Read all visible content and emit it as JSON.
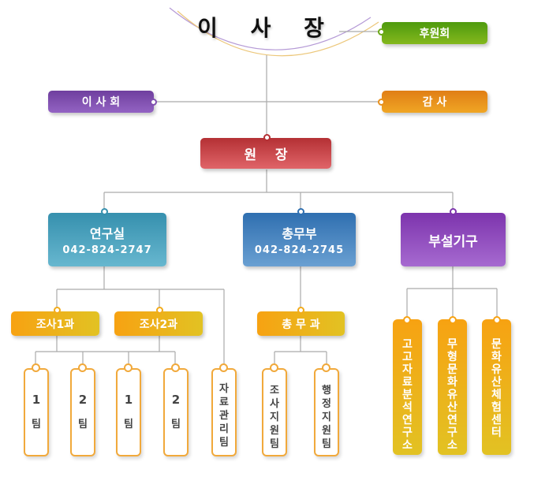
{
  "title": "이 사 장",
  "top_side": {
    "supporters": "후원회",
    "board": "이 사 회",
    "audit": "감 사"
  },
  "director": "원    장",
  "divisions": [
    {
      "name": "연구실",
      "phone": "042-824-2747"
    },
    {
      "name": "총무부",
      "phone": "042-824-2745"
    },
    {
      "name": "부설기구"
    }
  ],
  "sections": {
    "research1": "조사1과",
    "research2": "조사2과",
    "general": "총 무 과"
  },
  "teams": {
    "research1_team1": [
      "1",
      "팀"
    ],
    "research1_team2": [
      "2",
      "팀"
    ],
    "research2_team1": [
      "1",
      "팀"
    ],
    "research2_team2": [
      "2",
      "팀"
    ],
    "data_management": [
      "자",
      "료",
      "관",
      "리",
      "팀"
    ],
    "survey_support": [
      "조",
      "사",
      "지",
      "원",
      "팀"
    ],
    "admin_support": [
      "행",
      "정",
      "지",
      "원",
      "팀"
    ]
  },
  "affiliated": {
    "archaeology": [
      "고",
      "고",
      "자",
      "료",
      "분",
      "석",
      "연",
      "구",
      "소"
    ],
    "intangible": [
      "무",
      "형",
      "문",
      "화",
      "유",
      "산",
      "연",
      "구",
      "소"
    ],
    "experience": [
      "문",
      "화",
      "유",
      "산",
      "체",
      "험",
      "센",
      "터"
    ]
  },
  "colors": {
    "line": "#aaaaaa",
    "supporters": "#6aa816",
    "audit": "#e8901c",
    "board": "#8050b0",
    "director": "#c8474b",
    "research": "#4ea3c0",
    "general_affairs": "#4a86c2",
    "affiliated": "#9150bf",
    "section": "#f2ab1a"
  }
}
